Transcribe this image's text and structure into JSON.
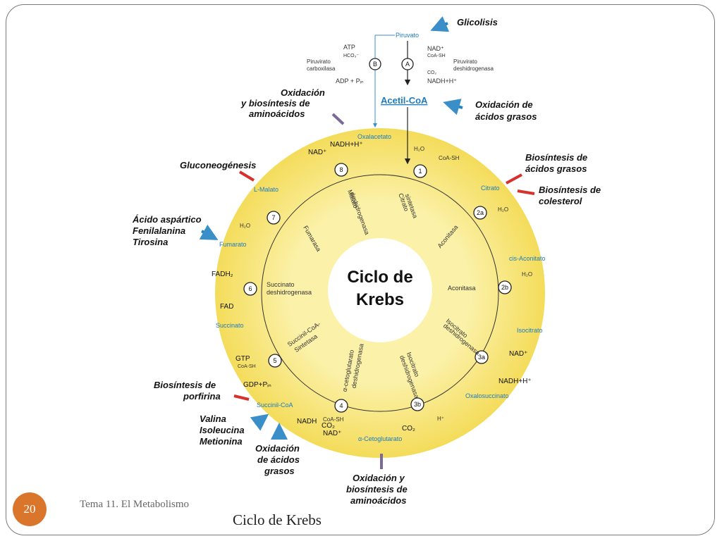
{
  "slide": {
    "number": "20",
    "footer": "Tema 11. El Metabolismo",
    "caption": "Ciclo de Krebs"
  },
  "center": {
    "line1": "Ciclo de",
    "line2": "Krebs"
  },
  "top": {
    "glicolisis": "Glicolisis",
    "piruvato": "Piruvato",
    "atp": "ATP",
    "hco3": "HCO₃⁻",
    "piruvato_carboxilasa_1": "Piruvirato",
    "piruvato_carboxilasa_2": "carboxilasa",
    "adp": "ADP + Pᵢₙ",
    "nad": "NAD⁺",
    "coash": "CoA-SH",
    "co2": "CO₂",
    "nadh": "NADH+H⁺",
    "pdh_1": "Piruvirato",
    "pdh_2": "deshidrogenasa",
    "acetil": "Acetil-CoA",
    "step_b": "B",
    "step_a": "A"
  },
  "metabolites": {
    "oxalacetato": "Oxalacetato",
    "citrato": "Citrato",
    "cis_aconitato": "cis-Aconitato",
    "isocitrato": "Isocitrato",
    "oxalosuccinato": "Oxalosuccinato",
    "cetoglutarato": "α-Cetoglutarato",
    "succinil_coa": "Succinil-CoA",
    "succinato": "Succinato",
    "fumarato": "Fumarato",
    "l_malato": "L-Malato"
  },
  "steps": [
    "1",
    "2a",
    "2b",
    "3a",
    "3b",
    "4",
    "5",
    "6",
    "7",
    "8"
  ],
  "cofactors": {
    "nad_8": "NAD⁺",
    "nadh_8": "NADH+H⁺",
    "h2o_1": "H₂O",
    "coash_1": "CoA-SH",
    "h2o_2a": "H₂O",
    "h2o_2b": "H₂O",
    "nad_3a": "NAD⁺",
    "nadh_3a": "NADH+H⁺",
    "h_3b": "H⁺",
    "co2_3b": "CO₂",
    "nad_4": "NAD⁺",
    "nadh_4": "NADH",
    "co2_4": "CO₂",
    "coash_4": "CoA-SH",
    "gtp_5": "GTP",
    "coash_5": "CoA-SH",
    "gdp_5": "GDP+Pᵢₙ",
    "fadh2_6": "FADH₂",
    "fad_6": "FAD",
    "h2o_7": "H₂O"
  },
  "enzymes": {
    "citrato_sintetasa_1": "Citrato",
    "citrato_sintetasa_2": "sintetasa",
    "aconitasa_1": "Aconitasa",
    "aconitasa_2": "Aconitasa",
    "isocitrato_dh_1a": "Isocitrato",
    "isocitrato_dh_1b": "deshidrogenasa",
    "isocitrato_dh_2a": "Isocitrato",
    "isocitrato_dh_2b": "deshidrogenasa",
    "akg_dh_1": "α-cetoglutarato",
    "akg_dh_2": "deshidrogenasa",
    "succinil_sint_1": "Succinil-CoA-",
    "succinil_sint_2": "Sintetasa",
    "succinato_dh_1": "Succinato",
    "succinato_dh_2": "deshidrogenasa",
    "fumarasa": "Fumarasa",
    "malato_dh_1": "Malato",
    "malato_dh_2": "deshidrogenasa"
  },
  "annotations": {
    "oxid_amino_top_1": "Oxidación",
    "oxid_amino_top_2": "y biosíntesis de",
    "oxid_amino_top_3": "aminoácidos",
    "oxid_grasos_top_1": "Oxidación de",
    "oxid_grasos_top_2": "ácidos grasos",
    "gluconeo": "Gluconeogénesis",
    "bio_grasos_1": "Biosíntesis de",
    "bio_grasos_2": "ácidos grasos",
    "bio_coles_1": "Biosíntesis de",
    "bio_coles_2": "colesterol",
    "aspartico_1": "Ácido aspártico",
    "aspartico_2": "Fenilalanina",
    "aspartico_3": "Tirosina",
    "porfirina_1": "Biosíntesis de",
    "porfirina_2": "porfirina",
    "valina_1": "Valina",
    "valina_2": "Isoleucina",
    "valina_3": "Metionina",
    "oxid_grasos_bot_1": "Oxidación",
    "oxid_grasos_bot_2": "de ácidos",
    "oxid_grasos_bot_3": "grasos",
    "oxid_amino_bot_1": "Oxidación y",
    "oxid_amino_bot_2": "biosíntesis de",
    "oxid_amino_bot_3": "aminoácidos"
  },
  "colors": {
    "ring": "#f6e36a",
    "ring_inner": "#fbf1a8",
    "metabolite": "#1d7bbf",
    "arrow_in": "#1d84c6",
    "arrow_out": "#d6312b",
    "badge": "#d9762b"
  }
}
